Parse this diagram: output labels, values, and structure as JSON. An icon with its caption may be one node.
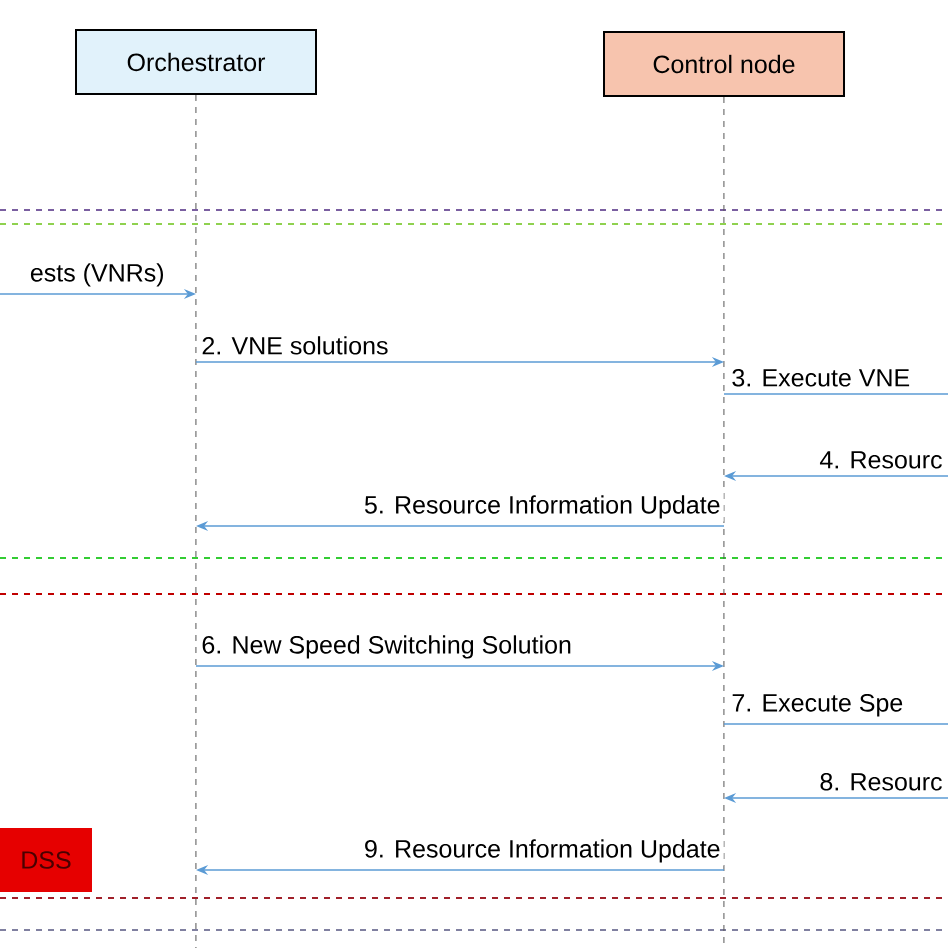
{
  "diagram": {
    "nodes": [
      {
        "text": [
          "Orchestrator"
        ]
      },
      {
        "text": [
          "Control node"
        ]
      },
      {
        "text": [
          "DSS"
        ]
      }
    ],
    "edges": [
      {
        "from": null,
        "to": 0,
        "arrow": "to",
        "label": "ests (VNRs)"
      },
      {
        "from": 0,
        "to": 1,
        "arrow": "to",
        "label": "2. VNE solutions"
      },
      {
        "from": 1,
        "to": null,
        "arrow": "none",
        "label": "3. Execute VNE"
      },
      {
        "from": null,
        "to": 1,
        "arrow": "to",
        "label": "4. Resourc"
      },
      {
        "from": 1,
        "to": 0,
        "arrow": "to",
        "label": "5. Resource Information Update"
      },
      {
        "from": 0,
        "to": 1,
        "arrow": "to",
        "label": "6. New Speed Switching Solution"
      },
      {
        "from": 1,
        "to": null,
        "arrow": "none",
        "label": "7. Execute Spe"
      },
      {
        "from": null,
        "to": 1,
        "arrow": "to",
        "label": "8. Resourc"
      },
      {
        "from": 1,
        "to": 0,
        "arrow": "to",
        "label": "9. Resource Information Update"
      }
    ]
  }
}
